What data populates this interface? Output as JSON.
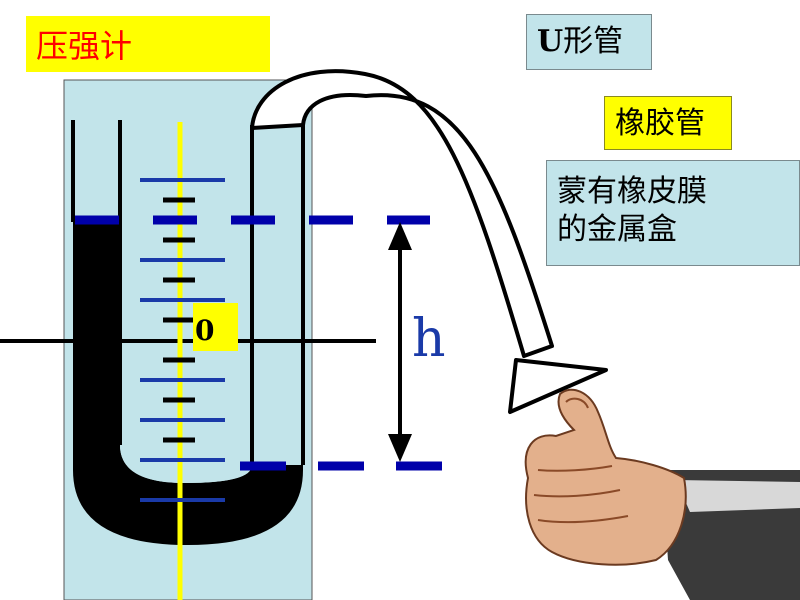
{
  "title": "压强计",
  "labels": {
    "u_tube_letter": "U",
    "u_tube_text": "形管",
    "rubber_tube": "橡胶管",
    "box_line1": "蒙有橡皮膜",
    "box_line2": "的金属盒"
  },
  "scale": {
    "zero": "0"
  },
  "height_label": "h",
  "colors": {
    "panel": "#c2e4ea",
    "highlight": "#ffff00",
    "title_text": "#ff0000",
    "tick_blue": "#1a3aa8",
    "level_blue": "#0000aa",
    "liquid": "#000000"
  }
}
